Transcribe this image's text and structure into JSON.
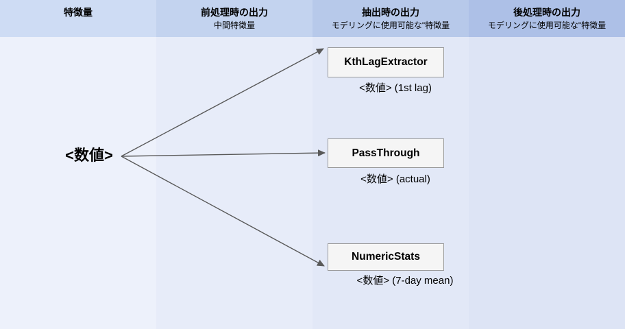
{
  "columns": [
    {
      "title": "特徴量",
      "subtitle": "",
      "header_color": "#cedcf4",
      "body_color": "#edf1fb"
    },
    {
      "title": "前処理時の出力",
      "subtitle": "中間特徴量",
      "header_color": "#c3d3ef",
      "body_color": "#e7ecf9"
    },
    {
      "title": "抽出時の出力",
      "subtitle": "モデリングに使用可能な\"特徴量",
      "header_color": "#b7c9ea",
      "body_color": "#e2e8f7"
    },
    {
      "title": "後処理時の出力",
      "subtitle": "モデリングに使用可能な\"特徴量",
      "header_color": "#adc0e7",
      "body_color": "#dde4f5"
    }
  ],
  "source_node": {
    "label": "<数値>"
  },
  "extractors": [
    {
      "name": "KthLagExtractor",
      "output_label": "<数値> (1st lag)"
    },
    {
      "name": "PassThrough",
      "output_label": "<数値> (actual)"
    },
    {
      "name": "NumericStats",
      "output_label": "<数値> (7-day mean)"
    }
  ],
  "edges": [
    {
      "from": "<数値>",
      "to": "KthLagExtractor"
    },
    {
      "from": "<数値>",
      "to": "PassThrough"
    },
    {
      "from": "<数値>",
      "to": "NumericStats"
    }
  ],
  "colors": {
    "arrow": "#595959",
    "box_fill": "#f5f5f5",
    "box_border": "#999999"
  }
}
